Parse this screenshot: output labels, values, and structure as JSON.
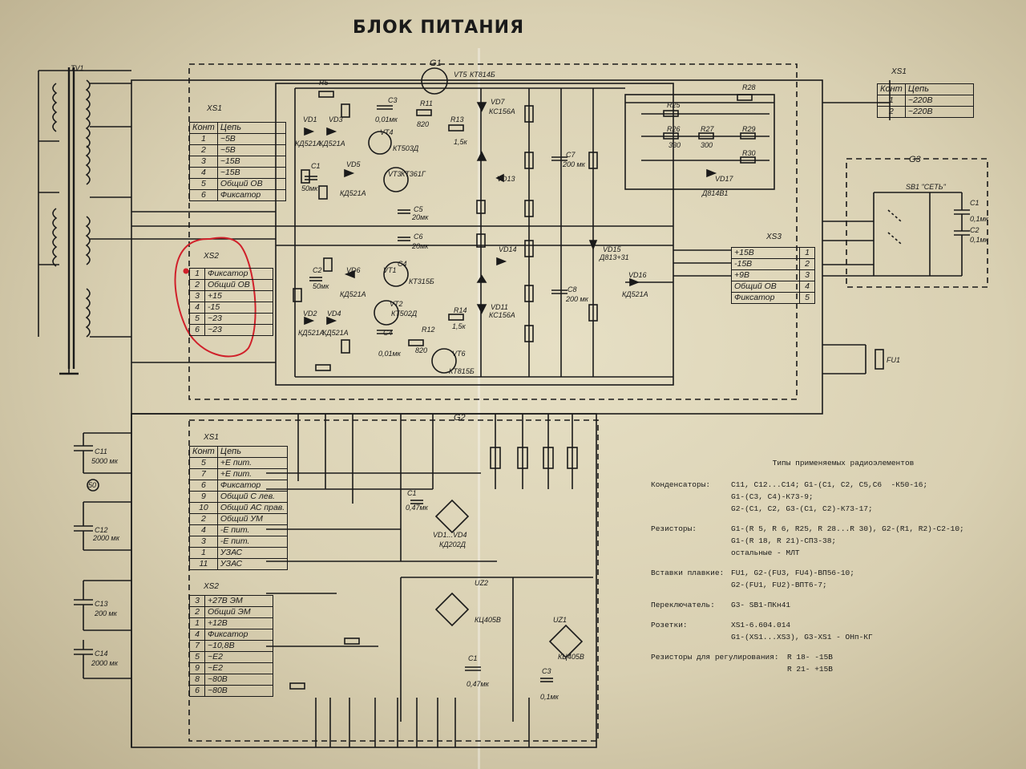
{
  "title": "БЛОК ПИТАНИЯ",
  "xs1_tbl_top": {
    "tag": "XS1",
    "head": [
      "Конт",
      "Цепь"
    ],
    "rows": [
      [
        "1",
        "~5В"
      ],
      [
        "2",
        "~5В"
      ],
      [
        "3",
        "~15В"
      ],
      [
        "4",
        "~15В"
      ],
      [
        "5",
        "Общий ОВ"
      ],
      [
        "6",
        "Фиксатор"
      ]
    ]
  },
  "xs2_tbl": {
    "tag": "XS2",
    "rows": [
      [
        "1",
        "Фиксатор"
      ],
      [
        "2",
        "Общий ОВ"
      ],
      [
        "3",
        "+15"
      ],
      [
        "4",
        "-15"
      ],
      [
        "5",
        "~23"
      ],
      [
        "6",
        "~23"
      ]
    ]
  },
  "xs3_tbl": {
    "tag": "XS3",
    "rows": [
      [
        "+15В",
        "1"
      ],
      [
        "-15В",
        "2"
      ],
      [
        "+9В",
        "3"
      ],
      [
        "Общий ОВ",
        "4"
      ],
      [
        "Фиксатор",
        "5"
      ]
    ]
  },
  "xs1_right_tbl": {
    "tag": "XS1",
    "head": [
      "Конт",
      "Цепь"
    ],
    "rows": [
      [
        "1",
        "~220В"
      ],
      [
        "2",
        "~220В"
      ]
    ]
  },
  "xs1_bottom_tbl": {
    "tag": "XS1",
    "head": [
      "Конт",
      "Цепь"
    ],
    "rows": [
      [
        "5",
        "+Е пит."
      ],
      [
        "7",
        "+Е пит."
      ],
      [
        "6",
        "Фиксатор"
      ],
      [
        "9",
        "Общий С лев."
      ],
      [
        "10",
        "Общий АС прав."
      ],
      [
        "2",
        "Общий УМ"
      ],
      [
        "4",
        "-Е пит."
      ],
      [
        "3",
        "-Е пит."
      ],
      [
        "1",
        "УЗАС"
      ],
      [
        "11",
        "УЗАС"
      ]
    ]
  },
  "xs2_bottom_tbl": {
    "tag": "XS2",
    "rows": [
      [
        "3",
        "+27В ЭМ"
      ],
      [
        "2",
        "Общий ЭМ"
      ],
      [
        "1",
        "+12В"
      ],
      [
        "4",
        "Фиксатор"
      ],
      [
        "7",
        "~10,8В"
      ],
      [
        "5",
        "~Е2"
      ],
      [
        "9",
        "~Е2"
      ],
      [
        "8",
        "~80В"
      ],
      [
        "6",
        "~80В"
      ]
    ]
  },
  "labels": {
    "g1": "G1",
    "g2": "G2",
    "g3": "G3",
    "tv1": "TV1",
    "vt5": "VT5",
    "vt5_type": "КТ814Б",
    "vt4": "VT4",
    "vt4_type": "КТ503Д",
    "vt3": "VT3",
    "vt3_type": "КТ361Г",
    "vt1": "VT1",
    "vt1_type": "КТ315Б",
    "vt2": "VT2",
    "vt2_type": "КТ502Д",
    "vt6": "VT6",
    "vt6_type": "КТ815Б",
    "vd1_4": "VD1...VD4",
    "vd1_4_type": "КД202Д",
    "uz1": "UZ1",
    "uz1_type": "КЦ405В",
    "uz2": "UZ2",
    "uz2_type": "КЦ405В",
    "sb1": "SB1 \"СЕТЬ\"",
    "fu1": "FU1",
    "c11": "C11",
    "c11v": "5000 мк",
    "c12": "C12",
    "c12v": "2000 мк",
    "c13": "C13",
    "c13v": "200 мк",
    "c14": "C14",
    "c14v": "2000 мк",
    "c3": "C3",
    "c3v": "0,01мк",
    "c5": "C5",
    "c5v": "20мк",
    "c6": "C6",
    "c6v": "20мк",
    "c7": "C7",
    "c7v": "200 мк",
    "c8": "C8",
    "c8v": "200 мк",
    "c1": "C1",
    "c1v": "50мк",
    "c2": "C2",
    "c2v": "50мк",
    "c4": "C4",
    "c4v": "0,01мк",
    "r_c1": "C1",
    "r_c1v": "0,1мк",
    "r_c2": "C2",
    "r_c2v": "0,1мк",
    "g2_c1": "C1",
    "g2_c1v": "0,47мк",
    "g2_c1b": "C1",
    "g2_c1bv": "0,47мк",
    "g2_c3": "C3",
    "g2_c3v": "0,1мк",
    "r5": "R5",
    "r11": "R11",
    "r11v": "820",
    "r13": "R13",
    "r13v": "1,5к",
    "r25": "R25",
    "r26": "R26",
    "r26v": "330",
    "r27": "R27",
    "r27v": "300",
    "r28": "R28",
    "r29": "R29",
    "r30": "R30",
    "r12": "R12",
    "r12v": "820",
    "r14": "R14",
    "r14v": "1,5к",
    "vd7": "VD7",
    "vd7_type": "КС156А",
    "vd11": "VD11",
    "vd11_type": "КС156А",
    "vd15": "VD15",
    "vd15_type": "Д813+31",
    "vd16": "VD16",
    "vd16_type": "КД521А",
    "vd17": "VD17",
    "vd17_type": "Д814В1",
    "vd1": "VD1",
    "vd3": "VD3",
    "vd2": "VD2",
    "vd4": "VD4",
    "vd5": "VD5",
    "vd6": "VD6",
    "vd_type": "КД521А",
    "vd13": "VD13",
    "vd14": "VD14",
    "sb_num": "50"
  },
  "notes": {
    "title": "Типы применяемых радиоэлементов",
    "rows": [
      {
        "label": "Конденсаторы:",
        "text": "С11, С12...С14; G1-(С1, С2, С5,С6  -К50-16;"
      },
      {
        "label": "",
        "text": "G1-(С3, С4)-К73-9;"
      },
      {
        "label": "",
        "text": "G2-(С1, С2, G3-(С1, С2)-К73-17;"
      },
      {
        "label": "Резисторы:",
        "text": "G1-(R 5, R 6, R25, R 28...R 30), G2-(R1, R2)-С2-10;"
      },
      {
        "label": "",
        "text": "G1-(R 18, R 21)-СП3-38;"
      },
      {
        "label": "",
        "text": "остальные - МЛТ"
      },
      {
        "label": "Вставки плавкие:",
        "text": "FU1, G2-(FU3, FU4)-ВП56-10;"
      },
      {
        "label": "",
        "text": "G2-(FU1, FU2)-ВПТ6-7;"
      },
      {
        "label": "Переключатель:",
        "text": "G3- SB1-ПКн41"
      },
      {
        "label": "Розетки:",
        "text": "XS1-6.604.014"
      },
      {
        "label": "",
        "text": "G1-(XS1...XS3), G3-XS1 - ОНп-КГ"
      },
      {
        "label": "Резисторы для регулирования:",
        "text": "R 18- -15В"
      },
      {
        "label": "",
        "text": "R 21- +15В"
      }
    ]
  },
  "colors": {
    "paper": "#d9d0b2",
    "ink": "#1a1a1a",
    "mark": "#d0202a"
  }
}
